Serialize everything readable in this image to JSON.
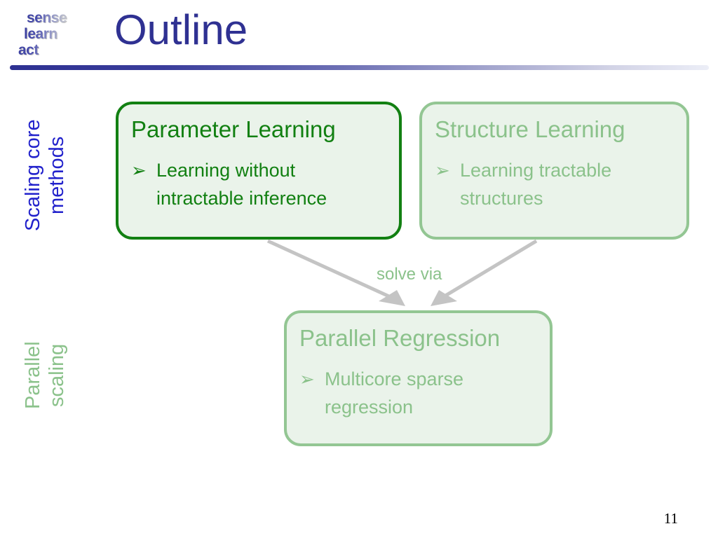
{
  "slide": {
    "title": "Outline",
    "page_number": "11",
    "title_color": "#2f3192",
    "divider_color_start": "#2e3192",
    "divider_color_end": "#eceef7"
  },
  "logo": {
    "name": "sense-learn-act-logo",
    "line1": "sense",
    "line2": "learn",
    "line3": "act",
    "gradient_start": "#3b3f9e",
    "gradient_end": "#efefef"
  },
  "side_labels": [
    {
      "id": "scaling-core-methods",
      "text": "Scaling core\nmethods",
      "color": "#2222cc"
    },
    {
      "id": "parallel-scaling",
      "text": "Parallel\nscaling",
      "color": "#8bc28b"
    }
  ],
  "boxes": [
    {
      "id": "parameter-learning",
      "title": "Parameter Learning",
      "bullet_marker": "➢",
      "bullet_text": "Learning without intractable inference",
      "state": "active",
      "border_color": "#128012",
      "text_color": "#128012",
      "fill_color": "#eaf3ea"
    },
    {
      "id": "structure-learning",
      "title": "Structure Learning",
      "bullet_marker": "➢",
      "bullet_text": "Learning tractable structures",
      "state": "faded",
      "border_color": "#93c693",
      "text_color": "#8bc28b",
      "fill_color": "#eaf3ea"
    },
    {
      "id": "parallel-regression",
      "title": "Parallel Regression",
      "bullet_marker": "➢",
      "bullet_text": "Multicore sparse regression",
      "state": "faded",
      "border_color": "#93c693",
      "text_color": "#8bc28b",
      "fill_color": "#eaf3ea"
    }
  ],
  "connector": {
    "label": "solve via",
    "label_color": "#8bc28b",
    "arrow_color": "#c4c4c4"
  }
}
